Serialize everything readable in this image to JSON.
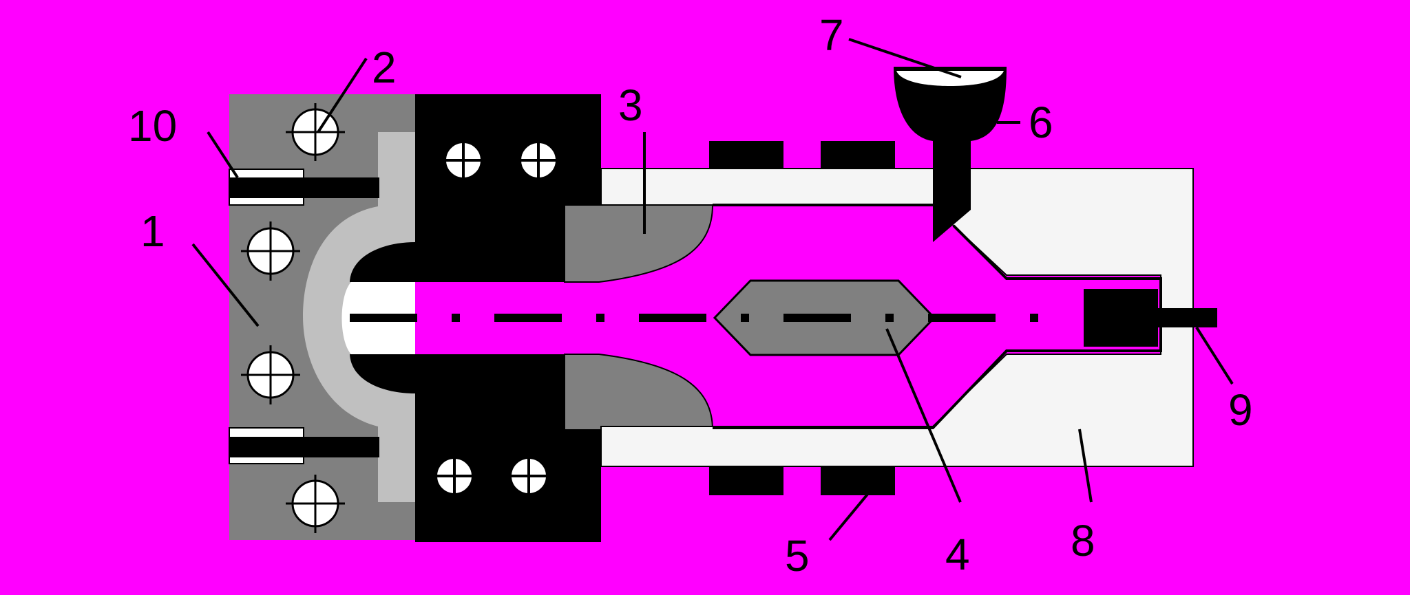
{
  "diagram": {
    "colors": {
      "background": "#ff00ff",
      "metal_dark": "#000000",
      "housing_grey": "#808080",
      "insert_light": "#c0c0c0",
      "barrel_white": "#f5f5f5",
      "core_grey": "#808080"
    },
    "labels": {
      "l1": "1",
      "l2": "2",
      "l3": "3",
      "l4": "4",
      "l5": "5",
      "l6": "6",
      "l7": "7",
      "l8": "8",
      "l9": "9",
      "l10": "10"
    },
    "icons": [
      "bolt-head-icon",
      "centerline"
    ]
  }
}
